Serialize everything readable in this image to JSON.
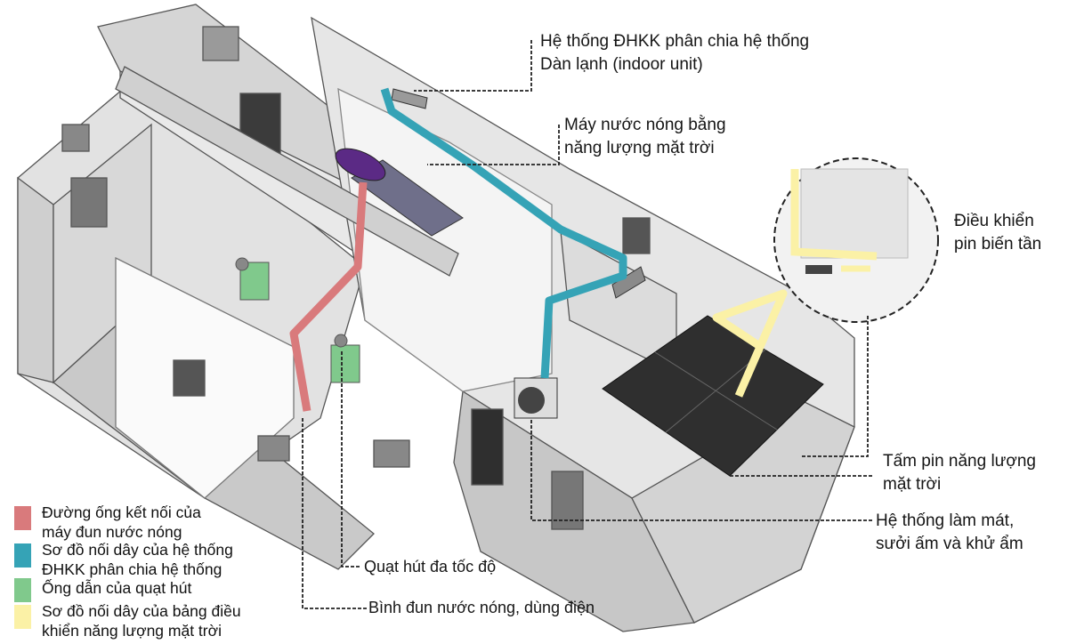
{
  "labels": {
    "indoor_unit": [
      "Hệ thống ĐHKK phân chia hệ thống",
      "Dàn lạnh (indoor unit)"
    ],
    "solar_water_heater": [
      "Máy nước nóng bằng",
      "năng lượng mặt trời"
    ],
    "inverter_control": [
      "Điều khiển",
      "pin biến tần"
    ],
    "solar_panel": [
      "Tấm pin năng lượng",
      "mặt trời"
    ],
    "hvac_system": [
      "Hệ thống làm mát,",
      "sưởi ấm và khử ẩm"
    ],
    "exhaust_fan": "Quạt hút đa tốc độ",
    "electric_water_heater": "Bình đun nước nóng, dùng điện"
  },
  "legend": [
    {
      "lines": [
        "Đường ống kết nối của",
        "máy đun nước nóng"
      ],
      "color": "#d97a7c"
    },
    {
      "lines": [
        "Sơ đồ nối dây của hệ thống",
        "ĐHKK phân chia hệ thống"
      ],
      "color": "#35a3b6"
    },
    {
      "lines": [
        "Ống dẫn của quạt hút"
      ],
      "color": "#80c98c"
    },
    {
      "lines": [
        "Sơ đồ nối dây của bảng điều",
        "khiển năng lượng mặt trời"
      ],
      "color": "#fbf1a6"
    }
  ]
}
